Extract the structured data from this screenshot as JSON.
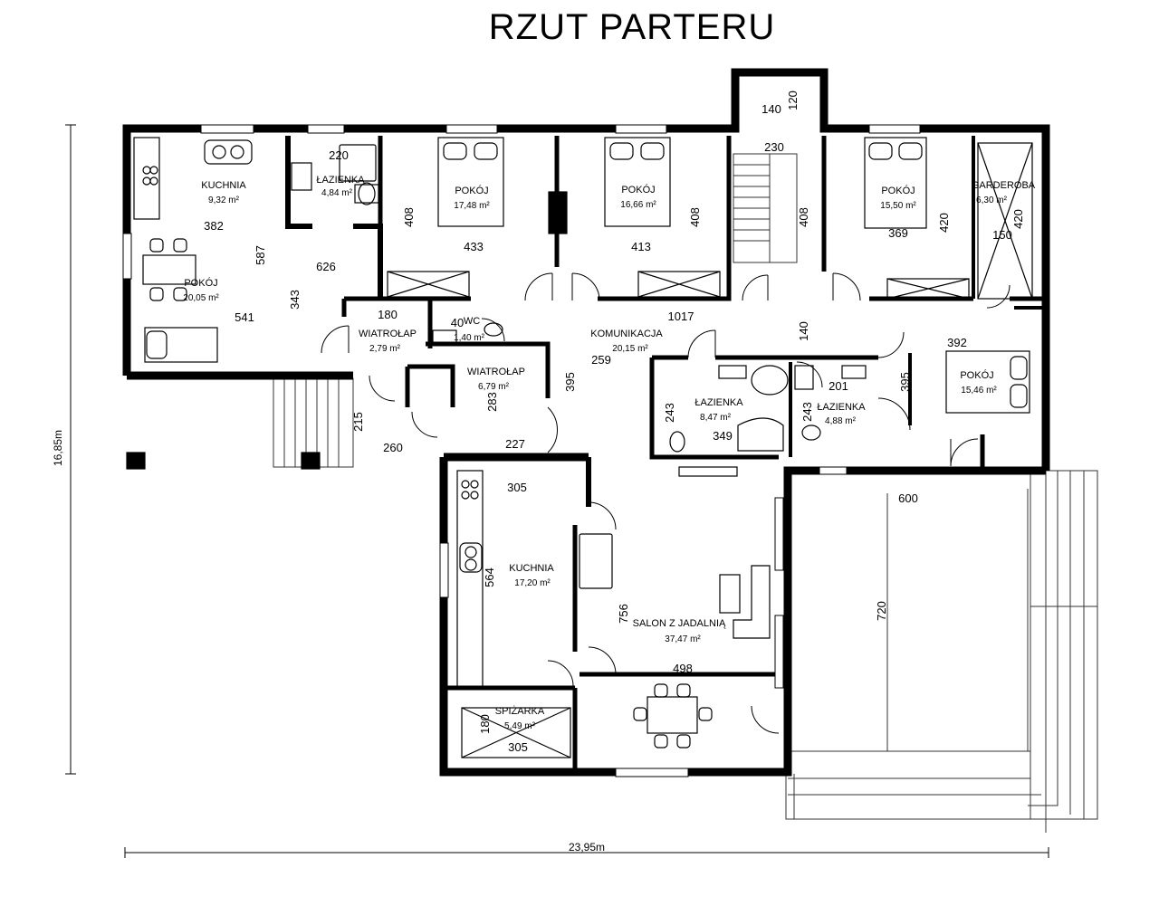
{
  "title": "RZUT PARTERU",
  "overall": {
    "width": "23,95m",
    "height": "16,85m"
  },
  "rooms": [
    {
      "key": "kuchnia1",
      "name": "KUCHNIA",
      "area": "9,32 m²"
    },
    {
      "key": "lazienka1",
      "name": "ŁAZIENKA",
      "area": "4,84 m²"
    },
    {
      "key": "pokoj1",
      "name": "POKÓJ",
      "area": "17,48 m²"
    },
    {
      "key": "pokoj2",
      "name": "POKÓJ",
      "area": "16,66 m²"
    },
    {
      "key": "pokoj3",
      "name": "POKÓJ",
      "area": "15,50 m²"
    },
    {
      "key": "garderoba",
      "name": "GARDEROBA",
      "area": "6,30 m²"
    },
    {
      "key": "pokoj4",
      "name": "POKÓJ",
      "area": "20,05 m²"
    },
    {
      "key": "wiatrolap1",
      "name": "WIATROŁAP",
      "area": "2,79 m²"
    },
    {
      "key": "wc",
      "name": "WC",
      "area": "1,40 m²"
    },
    {
      "key": "komunikacja",
      "name": "KOMUNIKACJA",
      "area": "20,15 m²"
    },
    {
      "key": "pokoj5",
      "name": "POKÓJ",
      "area": "15,46 m²"
    },
    {
      "key": "wiatrolap2",
      "name": "WIATROŁAP",
      "area": "6,79 m²"
    },
    {
      "key": "lazienka2",
      "name": "ŁAZIENKA",
      "area": "8,47 m²"
    },
    {
      "key": "lazienka3",
      "name": "ŁAZIENKA",
      "area": "4,88 m²"
    },
    {
      "key": "kuchnia2",
      "name": "KUCHNIA",
      "area": "17,20 m²"
    },
    {
      "key": "salon",
      "name": "SALON Z JADALNIĄ",
      "area": "37,47 m²"
    },
    {
      "key": "spizarka",
      "name": "SPIŻARKA",
      "area": "5,49 m²"
    }
  ],
  "dimensions": [
    "140",
    "120",
    "220",
    "230",
    "382",
    "587",
    "626",
    "343",
    "541",
    "408",
    "433",
    "413",
    "408",
    "408",
    "369",
    "420",
    "420",
    "150",
    "180",
    "40",
    "1017",
    "140",
    "259",
    "392",
    "395",
    "395",
    "283",
    "243",
    "349",
    "243",
    "201",
    "215",
    "260",
    "227",
    "305",
    "564",
    "756",
    "498",
    "600",
    "720",
    "180",
    "305"
  ]
}
